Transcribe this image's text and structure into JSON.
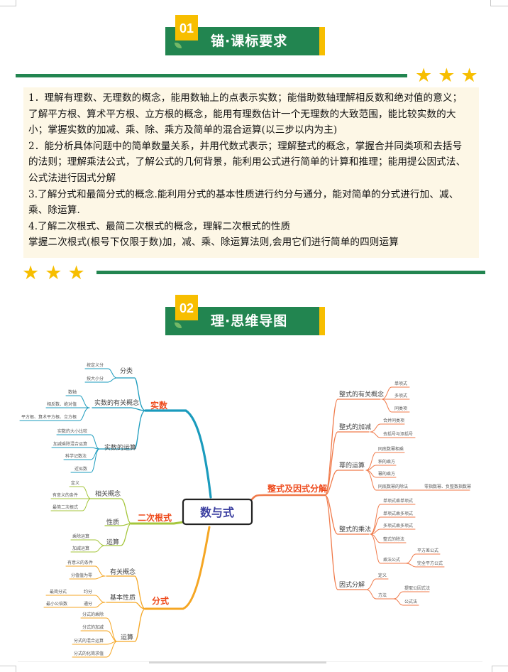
{
  "section1": {
    "number": "01",
    "title": "锚·课标要求",
    "stars": 3,
    "requirements": [
      "1．理解有理数、无理数的概念，能用数轴上的点表示实数；能借助数轴理解相反数和绝对值的意义；",
      "了解平方根、算术平方根、立方根的概念，能用有理数估计一个无理数的大致范围，能比较实数的大",
      "小；掌握实数的加减、乘、除、乘方及简单的混合运算(以三步以内为主)",
      "2．能分析具体问题中的简单数量关系，并用代数式表示；理解整式的概念，掌握合并同类项和去括号",
      "的法则；理解乘法公式，了解公式的几何背景，能利用公式进行简单的计算和推理；能用提公因式法、",
      "公式法进行因式分解",
      "3.了解分式和最简分式的概念.能利用分式的基本性质进行约分与通分，能对简单的分式进行加、减、",
      "乘、除运算.",
      "4.了解二次根式、最简二次根式的概念，理解二次根式的性质",
      "掌握二次根式(根号下仅限于数)加，减、乘、除运算法则,会用它们进行简单的四则运算"
    ]
  },
  "section2": {
    "number": "02",
    "title": "理·思维导图",
    "stars": 3
  },
  "mindmap": {
    "center": "数与式",
    "colors": {
      "shishu": "#1a9bbd",
      "genshi": "#a5c63b",
      "fenshi": "#f5a623",
      "zhengshi": "#f07a4a",
      "branch_label": "#ee4a1c",
      "center_text": "#3b3fa0"
    },
    "branches": {
      "shishu": {
        "label": "实数",
        "children": [
          {
            "label": "分类",
            "leaves": [
              "按定义分",
              "按大小分"
            ]
          },
          {
            "label": "实数的有关概念",
            "leaves": [
              "数轴",
              "相反数、绝对值",
              "平方根、算术平方根、立方根"
            ]
          },
          {
            "label": "实数的运算",
            "leaves": [
              "实数的大小比较",
              "加减乘除混合运算",
              "科学记数法",
              "近似数"
            ]
          }
        ]
      },
      "genshi": {
        "label": "二次根式",
        "children": [
          {
            "label": "相关概念",
            "leaves": [
              "定义",
              "有意义的条件",
              "最简二次根式"
            ]
          },
          {
            "label": "性质",
            "leaves": []
          },
          {
            "label": "运算",
            "leaves": [
              "乘除运算",
              "加减运算"
            ]
          }
        ]
      },
      "fenshi": {
        "label": "分式",
        "children": [
          {
            "label": "有关概念",
            "leaves": [
              "有意义的条件",
              "分值值为零"
            ]
          },
          {
            "label": "基本性质",
            "leaves": [
              "约分",
              "通分"
            ],
            "subleaves": [
              "最简分式",
              "最小公倍数"
            ]
          },
          {
            "label": "运算",
            "leaves": [
              "分式的乘除",
              "分式的加减",
              "分式的混合运算",
              "分式的化简求值"
            ]
          }
        ]
      },
      "zhengshi": {
        "label": "整式及因式分解",
        "children": [
          {
            "label": "整式的有关概念",
            "leaves": [
              "单项式",
              "多项式",
              "同类项"
            ]
          },
          {
            "label": "整式的加减",
            "leaves": [
              "合并同类项",
              "去括号与添括号"
            ]
          },
          {
            "label": "幂的运算",
            "leaves": [
              "同底数幂相乘",
              "积的乘方",
              "幂的乘方",
              "同底数幂的除法"
            ],
            "extra": "零指数幂、负整数指数幂"
          },
          {
            "label": "整式的乘法",
            "leaves": [
              "单项式乘单项式",
              "单项式乘多项式",
              "多项式乘多项式",
              "整式的除法",
              "乘法公式"
            ],
            "formula_leaves": [
              "平方差公式",
              "完全平方公式"
            ]
          },
          {
            "label": "因式分解",
            "leaves": [
              "定义",
              "方法"
            ],
            "method_leaves": [
              "提取公因式法",
              "公式法"
            ]
          }
        ]
      }
    }
  }
}
